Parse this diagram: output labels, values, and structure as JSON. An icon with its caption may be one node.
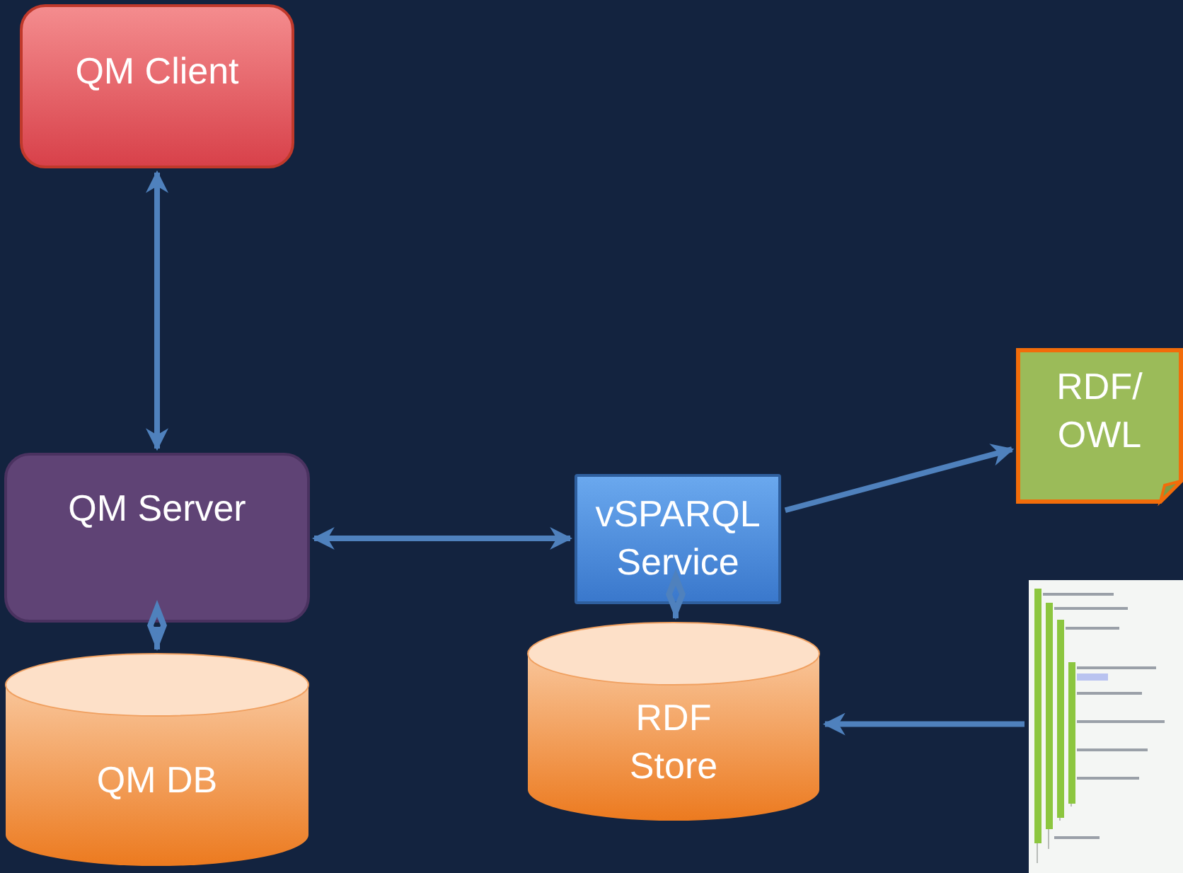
{
  "diagram": {
    "nodes": [
      {
        "text": [
          "QM Client"
        ]
      },
      {
        "text": [
          "QM Server"
        ]
      },
      {
        "text": [
          "QM DB"
        ]
      },
      {
        "text": [
          "vSPARQL Service"
        ]
      },
      {
        "text": [
          "RDF/ OWL"
        ]
      },
      {
        "text": [
          "RDF Store"
        ]
      },
      {
        "text": [],
        "shape": "picture"
      }
    ],
    "edges": [
      {
        "from": 0,
        "to": 1,
        "arrow": "both"
      },
      {
        "from": 1,
        "to": 3,
        "arrow": "both"
      },
      {
        "from": 3,
        "to": 4,
        "arrow": "to"
      },
      {
        "from": 1,
        "to": 2,
        "arrow": "other"
      },
      {
        "from": 3,
        "to": 5,
        "arrow": "other"
      },
      {
        "from": 6,
        "to": 5,
        "arrow": "to"
      }
    ]
  }
}
